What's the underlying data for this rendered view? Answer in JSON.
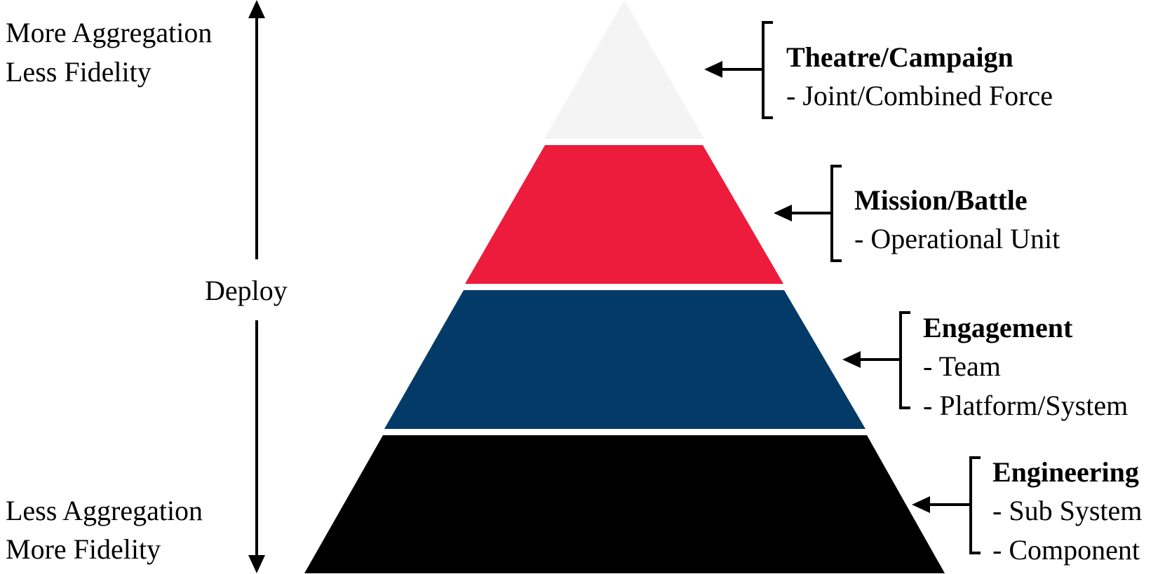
{
  "axis": {
    "top_lines": [
      "More Aggregation",
      "Less Fidelity"
    ],
    "middle": "Deploy",
    "bottom_lines": [
      "Less Aggregation",
      "More Fidelity"
    ]
  },
  "levels": [
    {
      "title": "Theatre/Campaign",
      "items": [
        "- Joint/Combined Force"
      ],
      "color": "#f4f4f4"
    },
    {
      "title": "Mission/Battle",
      "items": [
        "- Operational Unit"
      ],
      "color": "#ed1c3c"
    },
    {
      "title": "Engagement",
      "items": [
        "- Team",
        "- Platform/System"
      ],
      "color": "#033a67"
    },
    {
      "title": "Engineering",
      "items": [
        "- Sub System",
        "- Component"
      ],
      "color": "#000000"
    }
  ]
}
